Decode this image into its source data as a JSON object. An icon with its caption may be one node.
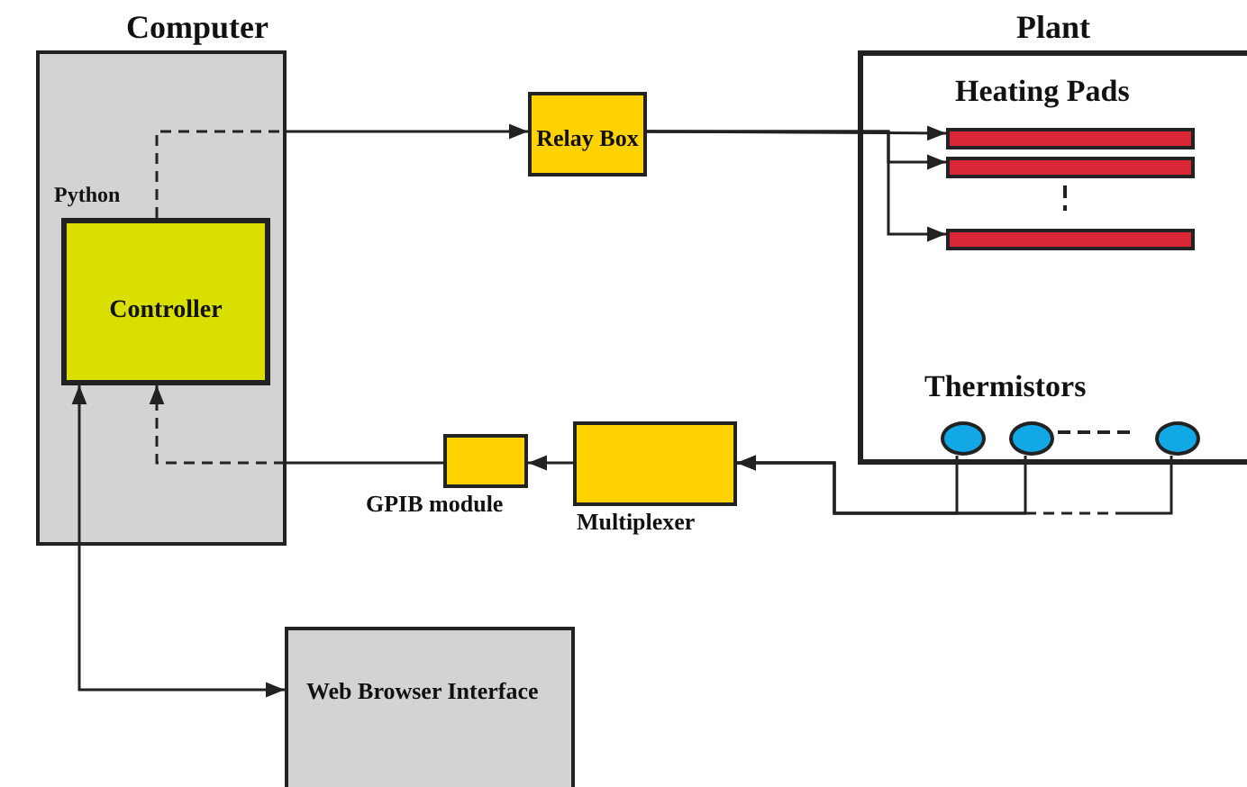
{
  "diagram": {
    "nodes": [
      {
        "text": [
          "Computer"
        ]
      },
      {
        "text": [
          "Controller"
        ],
        "in": 0,
        "beside": [
          "Python"
        ]
      },
      {
        "text": [
          "Relay Box"
        ]
      },
      {
        "text": [
          "Plant"
        ]
      },
      {
        "text": [],
        "shape": "bar",
        "in": 3
      },
      {
        "text": [],
        "shape": "bar",
        "in": 3
      },
      {
        "text": [],
        "shape": "bar",
        "in": 3
      },
      {
        "text": [],
        "shape": "circle",
        "in": 3
      },
      {
        "text": [],
        "shape": "circle",
        "in": 3
      },
      {
        "text": [],
        "shape": "circle",
        "in": 3
      },
      {
        "text": [
          "GPIB module"
        ]
      },
      {
        "text": [
          "Multiplexer"
        ]
      },
      {
        "text": [
          "Web Browser Interface"
        ]
      }
    ],
    "edges": [
      {
        "from": 1,
        "to": 2,
        "arrow": "to",
        "style": "dashed"
      },
      {
        "from": 2,
        "to": 4,
        "arrow": "to"
      },
      {
        "from": 2,
        "to": 5,
        "arrow": "to"
      },
      {
        "from": 2,
        "to": 6,
        "arrow": "to"
      },
      {
        "from": 7,
        "to": 11,
        "arrow": "to"
      },
      {
        "from": 8,
        "to": 11,
        "arrow": "to"
      },
      {
        "from": 9,
        "to": 11,
        "arrow": "to",
        "style": "dashed"
      },
      {
        "from": 11,
        "to": 10,
        "arrow": "to"
      },
      {
        "from": 10,
        "to": 1,
        "arrow": "to",
        "style": "dashed"
      },
      {
        "from": 1,
        "to": 12,
        "arrow": "both"
      }
    ],
    "labels": [
      "Heating Pads",
      "Thermistors"
    ]
  }
}
